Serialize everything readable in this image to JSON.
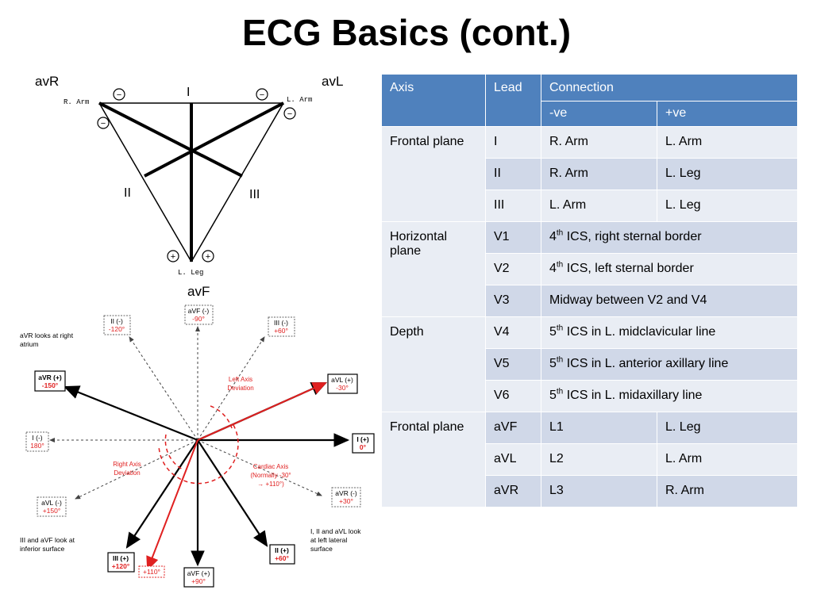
{
  "title": "ECG Basics (cont.)",
  "triangle": {
    "labels": {
      "avr": "avR",
      "avl": "avL",
      "avf": "avF",
      "lead_i": "I",
      "lead_ii": "II",
      "lead_iii": "III",
      "r_arm": "R. Arm",
      "l_arm": "L. Arm",
      "l_leg": "L. Leg",
      "minus": "−",
      "plus": "+"
    }
  },
  "hexaxial": {
    "boxes": {
      "avf_neg": [
        "aVF (-)",
        "-90°"
      ],
      "ii_neg": [
        "II (-)",
        "-120°"
      ],
      "iii_neg": [
        "III (-)",
        "+60°"
      ],
      "avr_pos": [
        "aVR (+)",
        "-150°"
      ],
      "avl_pos": [
        "aVL (+)",
        "-30°"
      ],
      "i_neg": [
        "I (-)",
        "180°"
      ],
      "i_pos": [
        "I (+)",
        "0°"
      ],
      "avr_neg": [
        "aVR (-)",
        "+30°"
      ],
      "avl_neg": [
        "aVL (-)",
        "+150°"
      ],
      "iii_pos": [
        "III (+)",
        "+120°"
      ],
      "ii_pos": [
        "II (+)",
        "+60°"
      ],
      "avf_pos": [
        "aVF (+)",
        "+90°"
      ],
      "deg110": [
        "+110°"
      ]
    },
    "notes": {
      "avr_note": [
        "aVR looks at right",
        "atrium"
      ],
      "inferior_note": [
        "III and aVF look at",
        "inferior surface"
      ],
      "lateral_note": [
        "I, II and aVL look",
        "at left lateral",
        "surface"
      ]
    },
    "annotations": {
      "left_axis": [
        "Left Axis",
        "Deviation"
      ],
      "right_axis": [
        "Right Axis",
        "Deviation"
      ],
      "cardiac_axis": [
        "Cardiac Axis",
        "(Normally -30°",
        "→ +110°)"
      ]
    }
  },
  "table": {
    "headers": {
      "axis": "Axis",
      "lead": "Lead",
      "connection": "Connection",
      "neg": "-ve",
      "pos": "+ve"
    },
    "rows": [
      {
        "axis": "Frontal plane",
        "lead": "I",
        "neg": "R. Arm",
        "pos": "L. Arm"
      },
      {
        "lead": "II",
        "neg": "R. Arm",
        "pos": "L. Leg"
      },
      {
        "lead": "III",
        "neg": "L. Arm",
        "pos": "L. Leg"
      },
      {
        "axis": "Horizontal plane",
        "lead": "V1",
        "conn_pre": "4",
        "conn_sup": "th",
        "conn_post": " ICS, right sternal border"
      },
      {
        "lead": "V2",
        "conn_pre": "4",
        "conn_sup": "th",
        "conn_post": " ICS, left sternal border"
      },
      {
        "lead": "V3",
        "conn_post": "Midway between V2 and V4"
      },
      {
        "axis": "Depth",
        "lead": "V4",
        "conn_pre": "5",
        "conn_sup": "th",
        "conn_post": " ICS in L. midclavicular line"
      },
      {
        "lead": "V5",
        "conn_pre": "5",
        "conn_sup": "th",
        "conn_post": " ICS in L. anterior axillary line"
      },
      {
        "lead": "V6",
        "conn_pre": "5",
        "conn_sup": "th",
        "conn_post": " ICS in L. midaxillary line"
      },
      {
        "axis": "Frontal plane",
        "lead": "aVF",
        "neg": "L1",
        "pos": "L. Leg"
      },
      {
        "lead": "aVL",
        "neg": "L2",
        "pos": "L. Arm"
      },
      {
        "lead": "aVR",
        "neg": "L3",
        "pos": "R. Arm"
      }
    ]
  },
  "colors": {
    "header": "#4f81bd",
    "row_light": "#e9edf4",
    "row_dark": "#d0d8e8",
    "red": "#e02020"
  }
}
